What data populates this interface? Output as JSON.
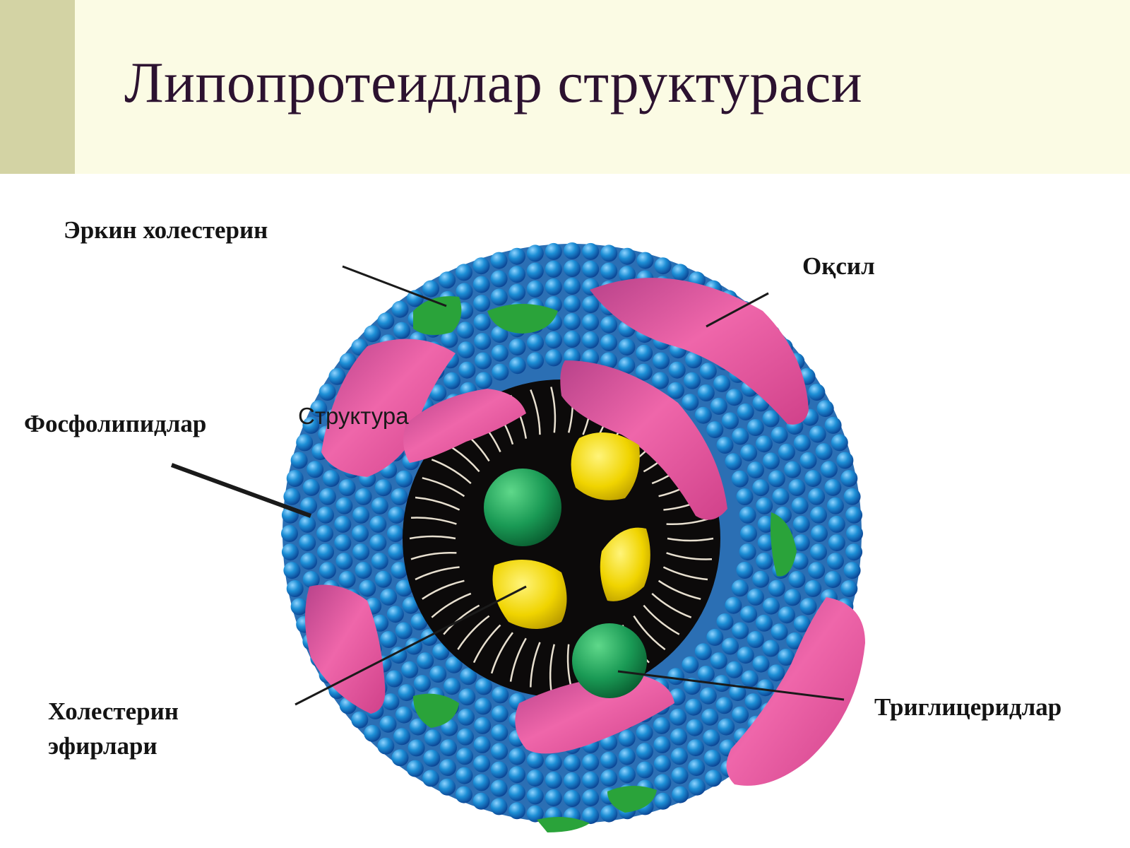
{
  "slide": {
    "title": "Липопротеидлар структураси"
  },
  "diagram": {
    "labels": {
      "free_cholesterol": "Эркин холестерин",
      "protein": "Оқсил",
      "phospholipids": "Фосфолипидлар",
      "structure": "Структура",
      "cholesterol_esters_line1": "Холестерин",
      "cholesterol_esters_line2": "эфирлари",
      "triglycerides": "Триглицеридлар"
    },
    "colors": {
      "phospholipid_heads": "#1d8fd6",
      "protein": "#e2569a",
      "free_cholesterol": "#2aa33a",
      "core": "#0c0a0a",
      "triglycerides": "#f0d400",
      "cholesterol_esters": "#1a9a55"
    }
  }
}
